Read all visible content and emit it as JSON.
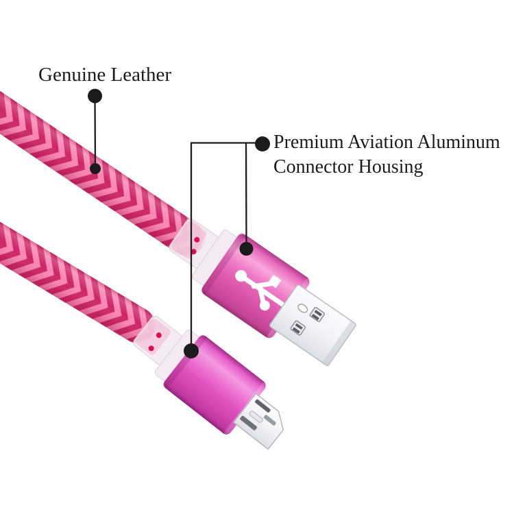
{
  "background_color": "#ffffff",
  "annotations": {
    "genuine_leather": {
      "label": "Genuine Leather"
    },
    "premium_housing": {
      "line1": "Premium Aviation Aluminum",
      "line2": "Connector Housing"
    }
  },
  "colors": {
    "annotation_ink": "#1b1b1b",
    "cable_pink": "#ee4180",
    "cable_pink_dark": "#cc2767",
    "cable_pink_light": "#fa86b2",
    "usb_housing_magenta": "#e86bbc",
    "micro_housing_magenta": "#e75fca",
    "led_dot_red": "#dc0f52",
    "plug_silver": "#f4f4f6",
    "strain_relief_frost": "#f2e9ee",
    "usb_logo_white": "#ffffff"
  },
  "product": {
    "parts": {
      "cable": "braided-leather-cable",
      "connector_a": "usb-a-connector",
      "connector_b": "micro-usb-connector"
    },
    "logo_icon": "usb-trident-icon"
  }
}
